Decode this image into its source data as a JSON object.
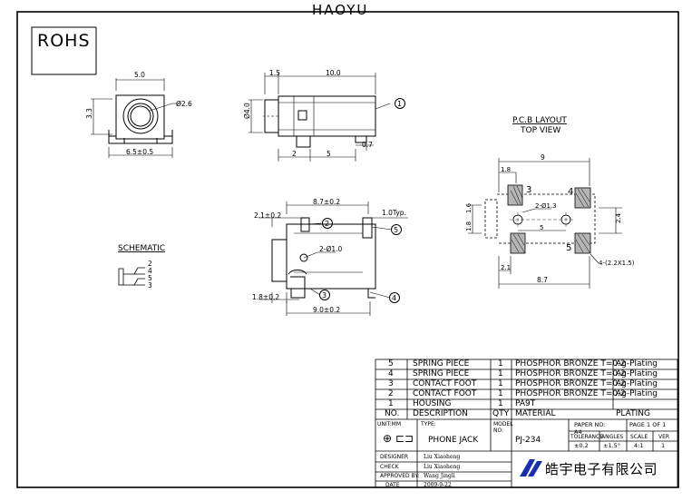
{
  "header": {
    "top_mark": "HAOYU",
    "rohs": "ROHS"
  },
  "front_view": {
    "width": "5.0",
    "height": "3.3",
    "hole_dia": "Ø2.6",
    "base": "6.5±0.5"
  },
  "side_view": {
    "lead": "1.5",
    "length": "10.0",
    "pin_offset": "0.7",
    "dim_a": "2",
    "dim_b": "5",
    "body_dia": "Ø4.0",
    "callout": "1"
  },
  "bottom_view": {
    "top_width": "8.7±0.2",
    "left_offset": "2.1±0.2",
    "thickness": "1.0Typ.",
    "hole": "2-Ø1.0",
    "bottom_left": "1.8±0.2",
    "bottom_width": "9.0±0.2",
    "callouts": [
      "2",
      "5",
      "3",
      "4"
    ]
  },
  "schematic": {
    "title": "SCHEMATIC",
    "pins": [
      "2",
      "4",
      "5",
      "3"
    ]
  },
  "pcb_layout": {
    "title": "P.C.B LAYOUT",
    "subtitle": "TOP VIEW",
    "top_width": "9",
    "top_offset": "1.8",
    "left_dim": "1.8",
    "left_dim2": "1.6",
    "holes": "2-Ø1.3",
    "hole_pitch": "5",
    "right_dim": "2.4",
    "pad_note": "4-(2.2X1.5)",
    "bottom_offset": "2.1",
    "bottom_width": "8.7",
    "pad_labels": [
      "3",
      "4",
      "5"
    ]
  },
  "bom": {
    "rows": [
      {
        "no": "5",
        "description": "SPRING PIECE",
        "qty": "1",
        "material": "PHOSPHOR BRONZE T=0.2",
        "plating": "Ag-Plating"
      },
      {
        "no": "4",
        "description": "SPRING PIECE",
        "qty": "1",
        "material": "PHOSPHOR BRONZE T=0.2",
        "plating": "Ag-Plating"
      },
      {
        "no": "3",
        "description": "CONTACT FOOT",
        "qty": "1",
        "material": "PHOSPHOR BRONZE T=0.2",
        "plating": "Ag-Plating"
      },
      {
        "no": "2",
        "description": "CONTACT FOOT",
        "qty": "1",
        "material": "PHOSPHOR BRONZE T=0.2",
        "plating": "Ag-Plating"
      },
      {
        "no": "1",
        "description": "HOUSING",
        "qty": "1",
        "material": "PA9T",
        "plating": ""
      }
    ],
    "headers": {
      "no": "NO.",
      "description": "DESCRIPTION",
      "qty": "QTY",
      "material": "MATERIAL",
      "plating": "PLATING"
    }
  },
  "title_block": {
    "unit_label": "UNIT:MM",
    "type_label": "TYPE:",
    "type_value": "PHONE JACK",
    "model_label": "MODEL NO:",
    "model_value": "PJ-234",
    "paper_label": "PAPER NO:",
    "paper_value": "A4",
    "page_label": "PAGE 1 OF 1",
    "tolerance_label": "TOLERANCE",
    "tolerance_value": "±0.2",
    "angles_label": "ANGLES",
    "angles_value": "±1.5°",
    "scale_label": "SCALE",
    "scale_value": "4:1",
    "ver_label": "VER",
    "ver_value": "1",
    "designer_label": "DESIGNER",
    "designer_value": "Liu Xiaoheng",
    "check_label": "CHECK",
    "check_value": "Liu Xiaoheng",
    "approved_label": "APPROVED BY:",
    "approved_value": "Wang Jingli",
    "date_label": "DATE",
    "date_value": "2009-9-22",
    "company": "皓宇电子有限公司"
  }
}
